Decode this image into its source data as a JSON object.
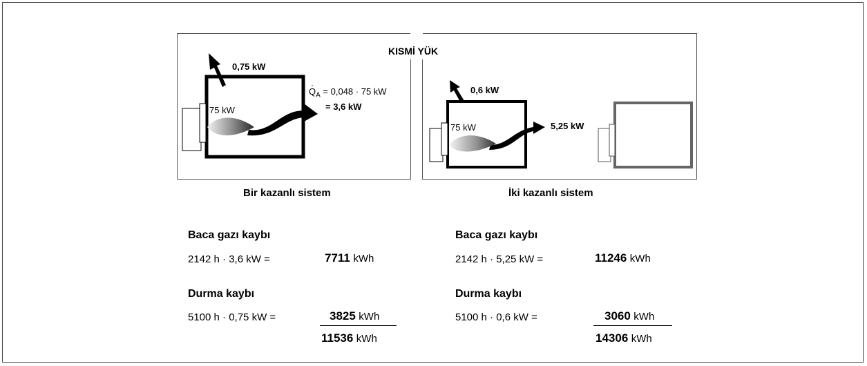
{
  "diagram": {
    "title": "KISMİ YÜK",
    "left": {
      "caption": "Bir kazanlı sistem",
      "loss_top": "0,75 kW",
      "burner_power": "75 kW",
      "formula_q": "Q",
      "formula_sub": "A",
      "formula_rest": "= 0,048 · 75 kW",
      "formula_result": "= 3,6 kW"
    },
    "right": {
      "caption": "İki kazanlı sistem",
      "loss_top": "0,6 kW",
      "burner_power": "75 kW",
      "flue_loss": "5,25 kW"
    }
  },
  "calc": {
    "left": {
      "flue_heading": "Baca gazı kaybı",
      "flue_formula": "2142 h ·  3,6 kW =",
      "flue_value": "7711",
      "flue_unit": "kWh",
      "standby_heading": "Durma kaybı",
      "standby_formula": "5100 h · 0,75 kW =",
      "standby_value": "3825",
      "standby_unit": "kWh",
      "total_value": "11536",
      "total_unit": "kWh"
    },
    "right": {
      "flue_heading": "Baca gazı kaybı",
      "flue_formula": "2142 h · 5,25 kW =",
      "flue_value": "11246",
      "flue_unit": "kWh",
      "standby_heading": "Durma kaybı",
      "standby_formula": "5100 h · 0,6 kW =",
      "standby_value": "3060",
      "standby_unit": "kWh",
      "total_value": "14306",
      "total_unit": "kWh"
    }
  }
}
